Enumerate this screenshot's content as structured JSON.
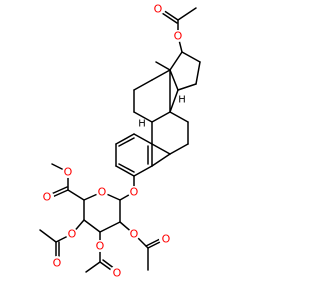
{
  "molecule": {
    "atoms": [
      {
        "id": "O17",
        "label": "O"
      },
      {
        "id": "Oac17",
        "label": "O"
      },
      {
        "id": "O3",
        "label": "O"
      },
      {
        "id": "Oring",
        "label": "O"
      },
      {
        "id": "Ocoom",
        "label": "O"
      },
      {
        "id": "Ocoo",
        "label": "O"
      },
      {
        "id": "O2",
        "label": "O"
      },
      {
        "id": "O2c",
        "label": "O"
      },
      {
        "id": "O3s",
        "label": "O"
      },
      {
        "id": "O3c",
        "label": "O"
      },
      {
        "id": "O4",
        "label": "O"
      },
      {
        "id": "O4c",
        "label": "O"
      }
    ],
    "stereo_h": [
      {
        "id": "H14",
        "label": "H"
      },
      {
        "id": "H9",
        "label": "H"
      }
    ],
    "colors": {
      "oxygen": "#ff0000",
      "hydrogen": "#000000",
      "bond": "#000000"
    }
  }
}
